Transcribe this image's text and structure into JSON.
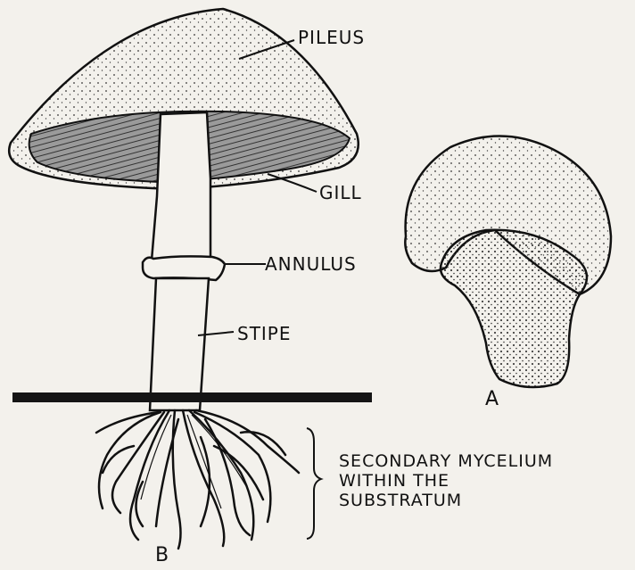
{
  "labels": {
    "pileus": "PILEUS",
    "gill": "GILL",
    "annulus": "ANNULUS",
    "stipe": "STIPE",
    "mycelium_line1": "SECONDARY MYCELIUM",
    "mycelium_line2": "WITHIN THE",
    "mycelium_line3": "SUBSTRATUM",
    "figure_a": "A",
    "figure_b": "B"
  },
  "colors": {
    "background": "#f3f1ec",
    "ink": "#111111",
    "gill_shade": "#7a7a7a"
  }
}
